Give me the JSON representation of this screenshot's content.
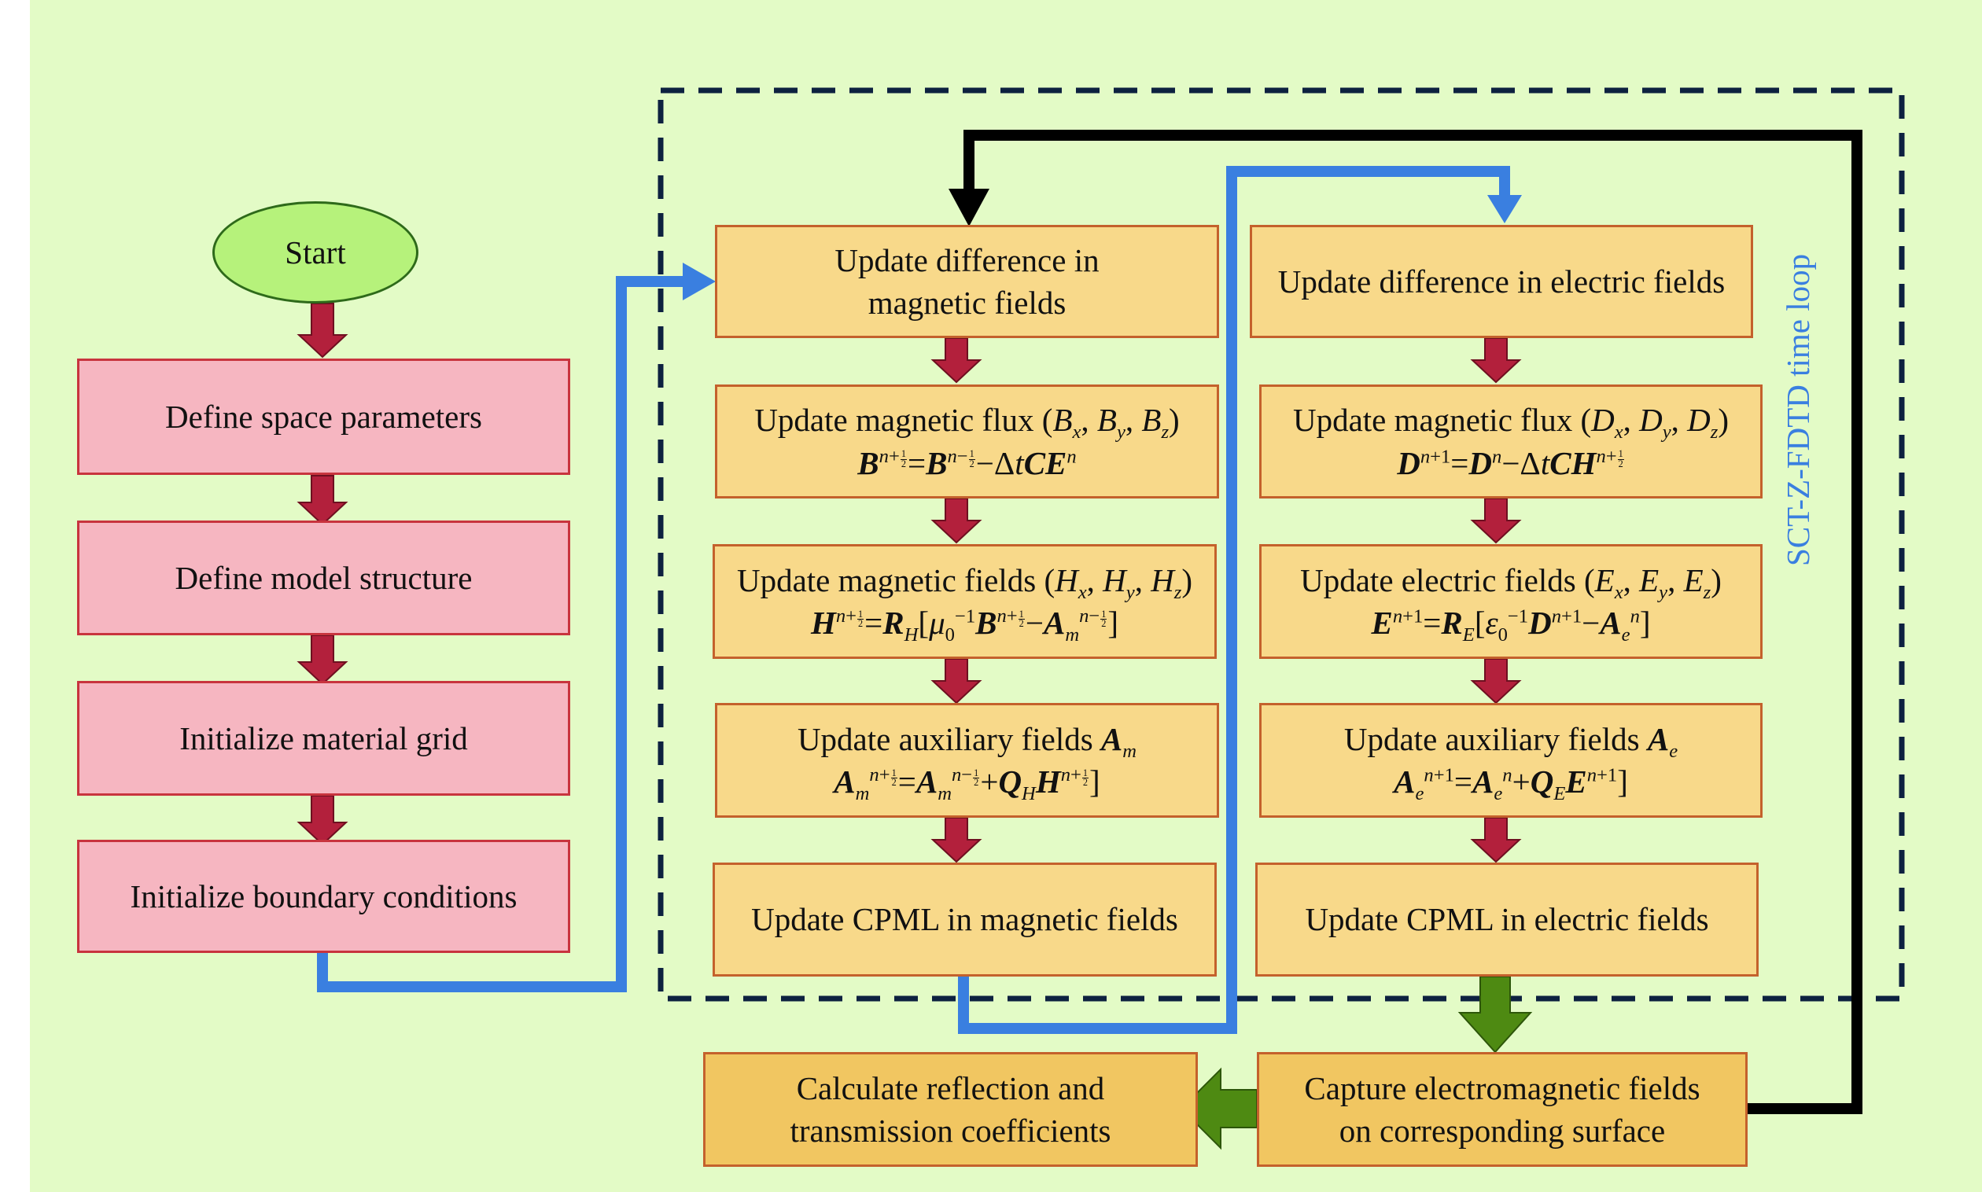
{
  "start_label": "Start",
  "setup_steps": [
    "Define space parameters",
    "Define model structure",
    "Initialize material grid",
    "Initialize boundary conditions"
  ],
  "loop_label": "SCT-Z-FDTD time loop",
  "magnetic_column": [
    "Update difference in",
    "magnetic fields",
    "Update magnetic flux (",
    "Update magnetic fields (",
    "Update auxiliary fields ",
    "Update CPML in magnetic fields"
  ],
  "electric_column": [
    "Update difference in electric fields",
    "Update magnetic flux (",
    "Update electric fields (",
    "Update auxiliary fields ",
    "Update CPML in electric fields"
  ],
  "output_steps": {
    "capture_line1": "Capture electromagnetic fields",
    "capture_line2": "on corresponding surface",
    "calc_line1": "Calculate reflection and",
    "calc_line2": "transmission coefficients"
  },
  "colors": {
    "background": "#e3fbc6",
    "setup_box": "#f6b6c1",
    "update_box": "#f8d98a",
    "output_box": "#f1c661",
    "start_oval": "#b6f27b",
    "red_arrow": "#b3203c",
    "green_arrow": "#4e8a12",
    "blue_line": "#3a7fe0",
    "loop_line": "#000000",
    "dashed_border": "#0d2140"
  }
}
